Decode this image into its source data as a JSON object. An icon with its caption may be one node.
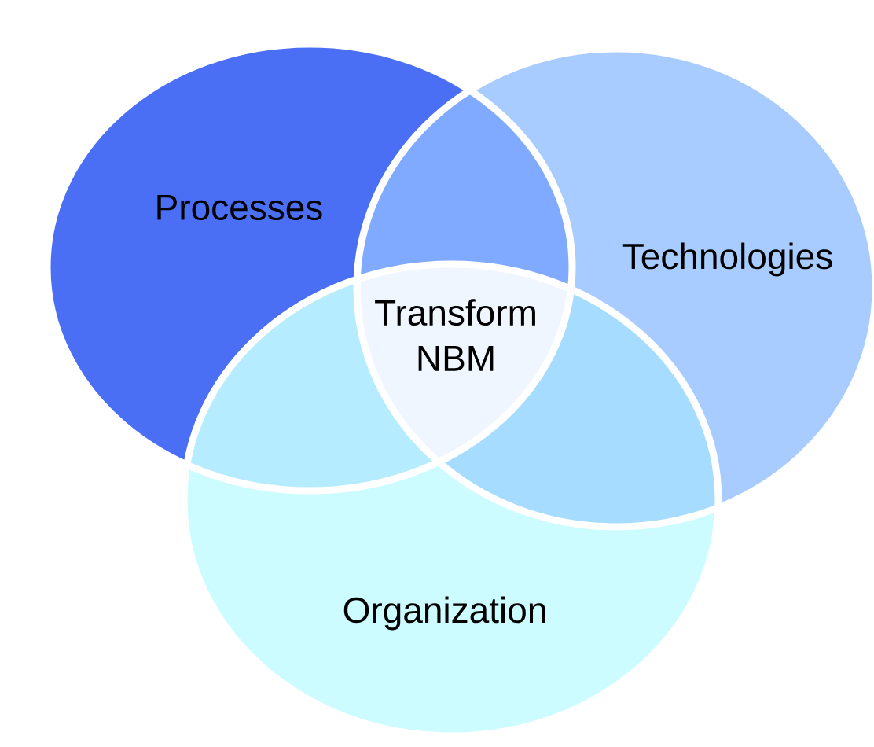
{
  "diagram": {
    "nodes": [
      {
        "text": [
          "Processes"
        ]
      },
      {
        "text": [
          "Technologies"
        ]
      },
      {
        "text": [
          "Organization"
        ]
      },
      {
        "text": [
          "Transform NBM"
        ]
      }
    ]
  }
}
